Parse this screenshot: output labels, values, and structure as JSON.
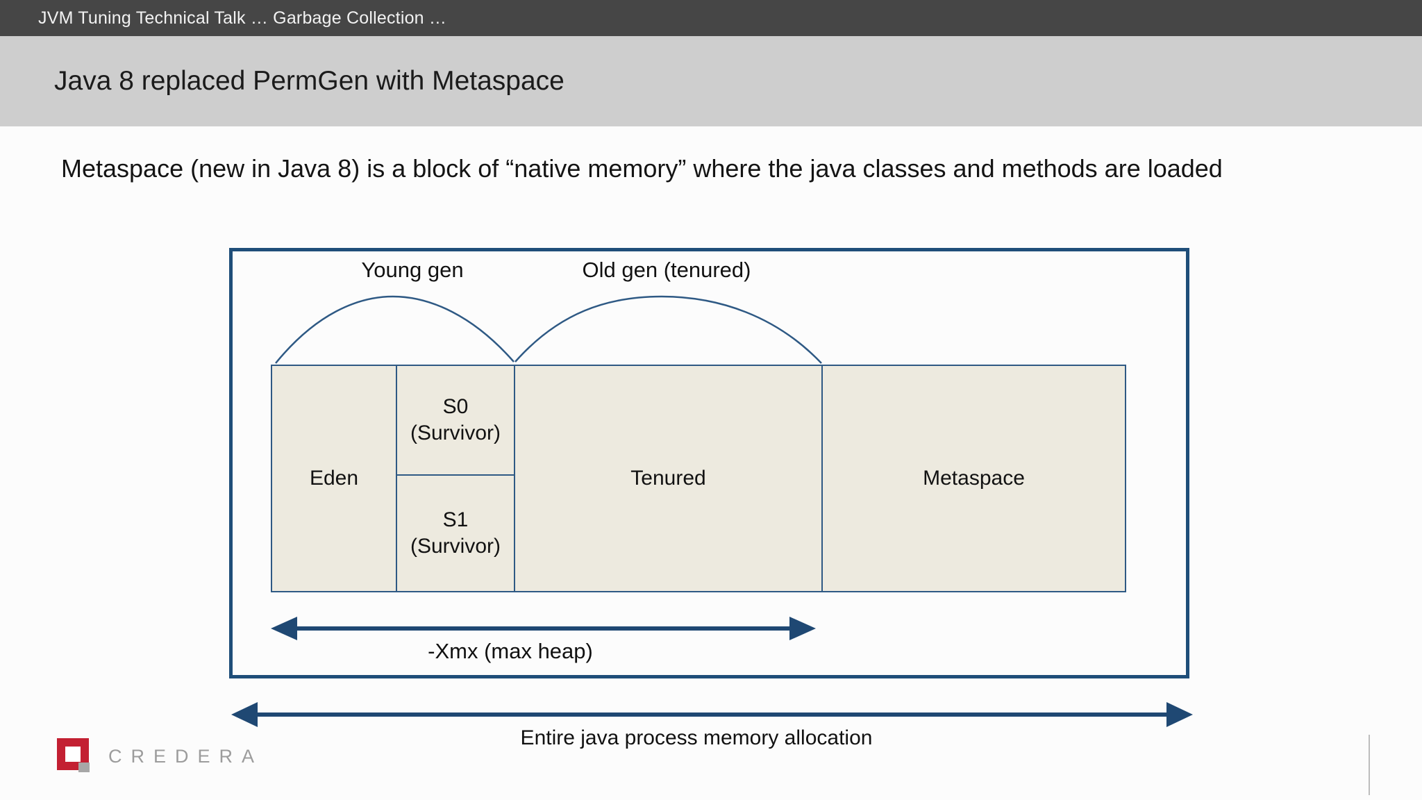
{
  "top_bar": {
    "title": "JVM Tuning Technical Talk … Garbage Collection …"
  },
  "header": {
    "title": "Java 8 replaced PermGen with Metaspace"
  },
  "intro": {
    "text": "Metaspace (new in Java 8) is a block of “native memory” where the java classes and methods are loaded"
  },
  "diagram": {
    "young_gen_label": "Young gen",
    "old_gen_label": "Old gen (tenured)",
    "regions": {
      "eden": "Eden",
      "s0_line1": "S0",
      "s0_line2": "(Survivor)",
      "s1_line1": "S1",
      "s1_line2": "(Survivor)",
      "tenured": "Tenured",
      "metaspace": "Metaspace"
    },
    "heap_arrow_label": "-Xmx (max heap)"
  },
  "footer": {
    "process_arrow_label": "Entire java process memory allocation",
    "brand_name": "CREDERA"
  },
  "colors": {
    "top_bar_bg": "#464646",
    "header_bg": "#CECECE",
    "frame_border": "#1F4E79",
    "region_border": "#2E5984",
    "region_fill": "#EDEADF",
    "arrow_blue": "#1F4873",
    "brand_red": "#C32032",
    "brand_gray": "#9C9C9C"
  }
}
